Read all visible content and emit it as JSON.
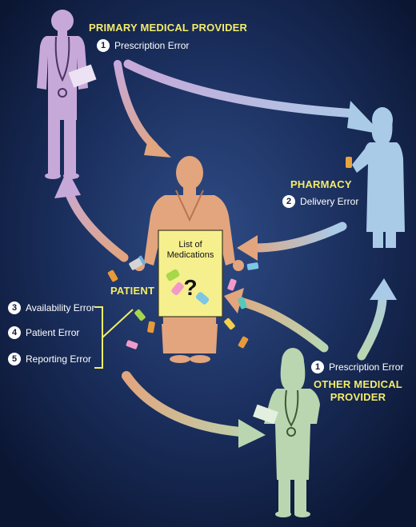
{
  "primary": {
    "title": "PRIMARY MEDICAL PROVIDER",
    "num": "1",
    "error": "Prescription Error"
  },
  "pharmacy": {
    "title": "PHARMACY",
    "num": "2",
    "error": "Delivery Error"
  },
  "patient": {
    "title": "PATIENT",
    "errors": [
      {
        "num": "3",
        "label": "Availability Error"
      },
      {
        "num": "4",
        "label": "Patient Error"
      },
      {
        "num": "5",
        "label": "Reporting Error"
      }
    ]
  },
  "other": {
    "title_line1": "OTHER MEDICAL",
    "title_line2": "PROVIDER",
    "num": "1",
    "error": "Prescription Error"
  },
  "card": {
    "line1": "List of",
    "line2": "Medications",
    "symbol": "?"
  },
  "colors": {
    "background": "#0d1a3a",
    "title": "#f3ec6a",
    "primary_figure": "#c7a9d9",
    "pharmacy_figure": "#a9cbe8",
    "other_figure": "#b9d6b0",
    "patient_figure": "#e2a57e",
    "card": "#f6ef8e"
  }
}
